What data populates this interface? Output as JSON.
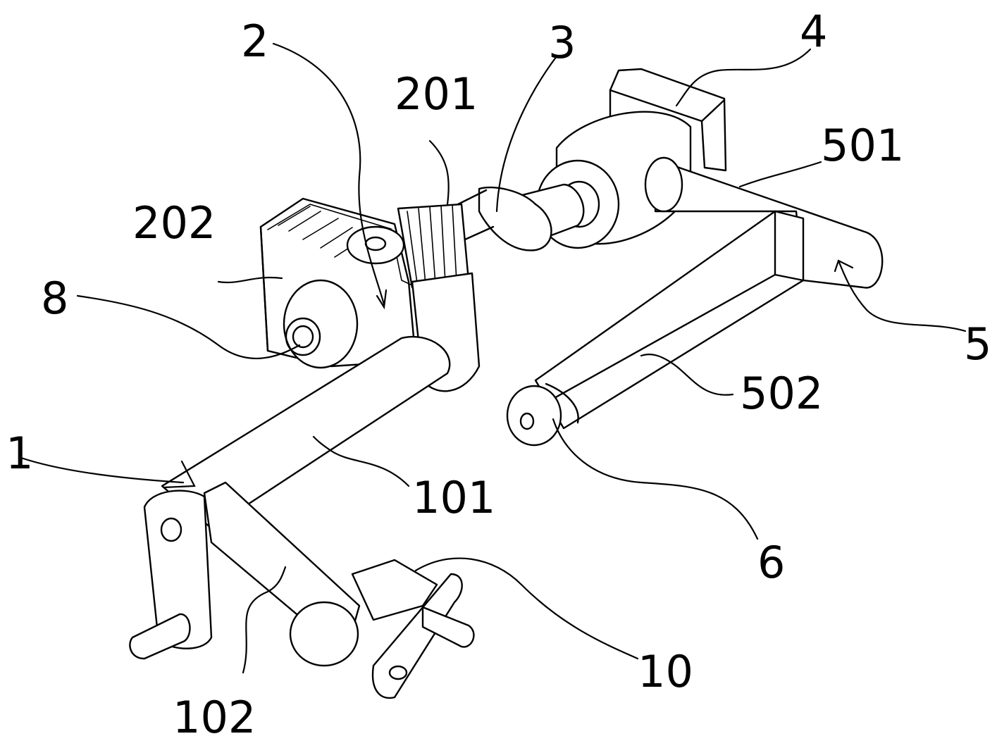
{
  "labels": {
    "n1": "1",
    "n2": "2",
    "n3": "3",
    "n4": "4",
    "n5": "5",
    "n6": "6",
    "n8": "8",
    "n10": "10",
    "n101": "101",
    "n102": "102",
    "n201": "201",
    "n202": "202",
    "n501": "501",
    "n502": "502"
  }
}
